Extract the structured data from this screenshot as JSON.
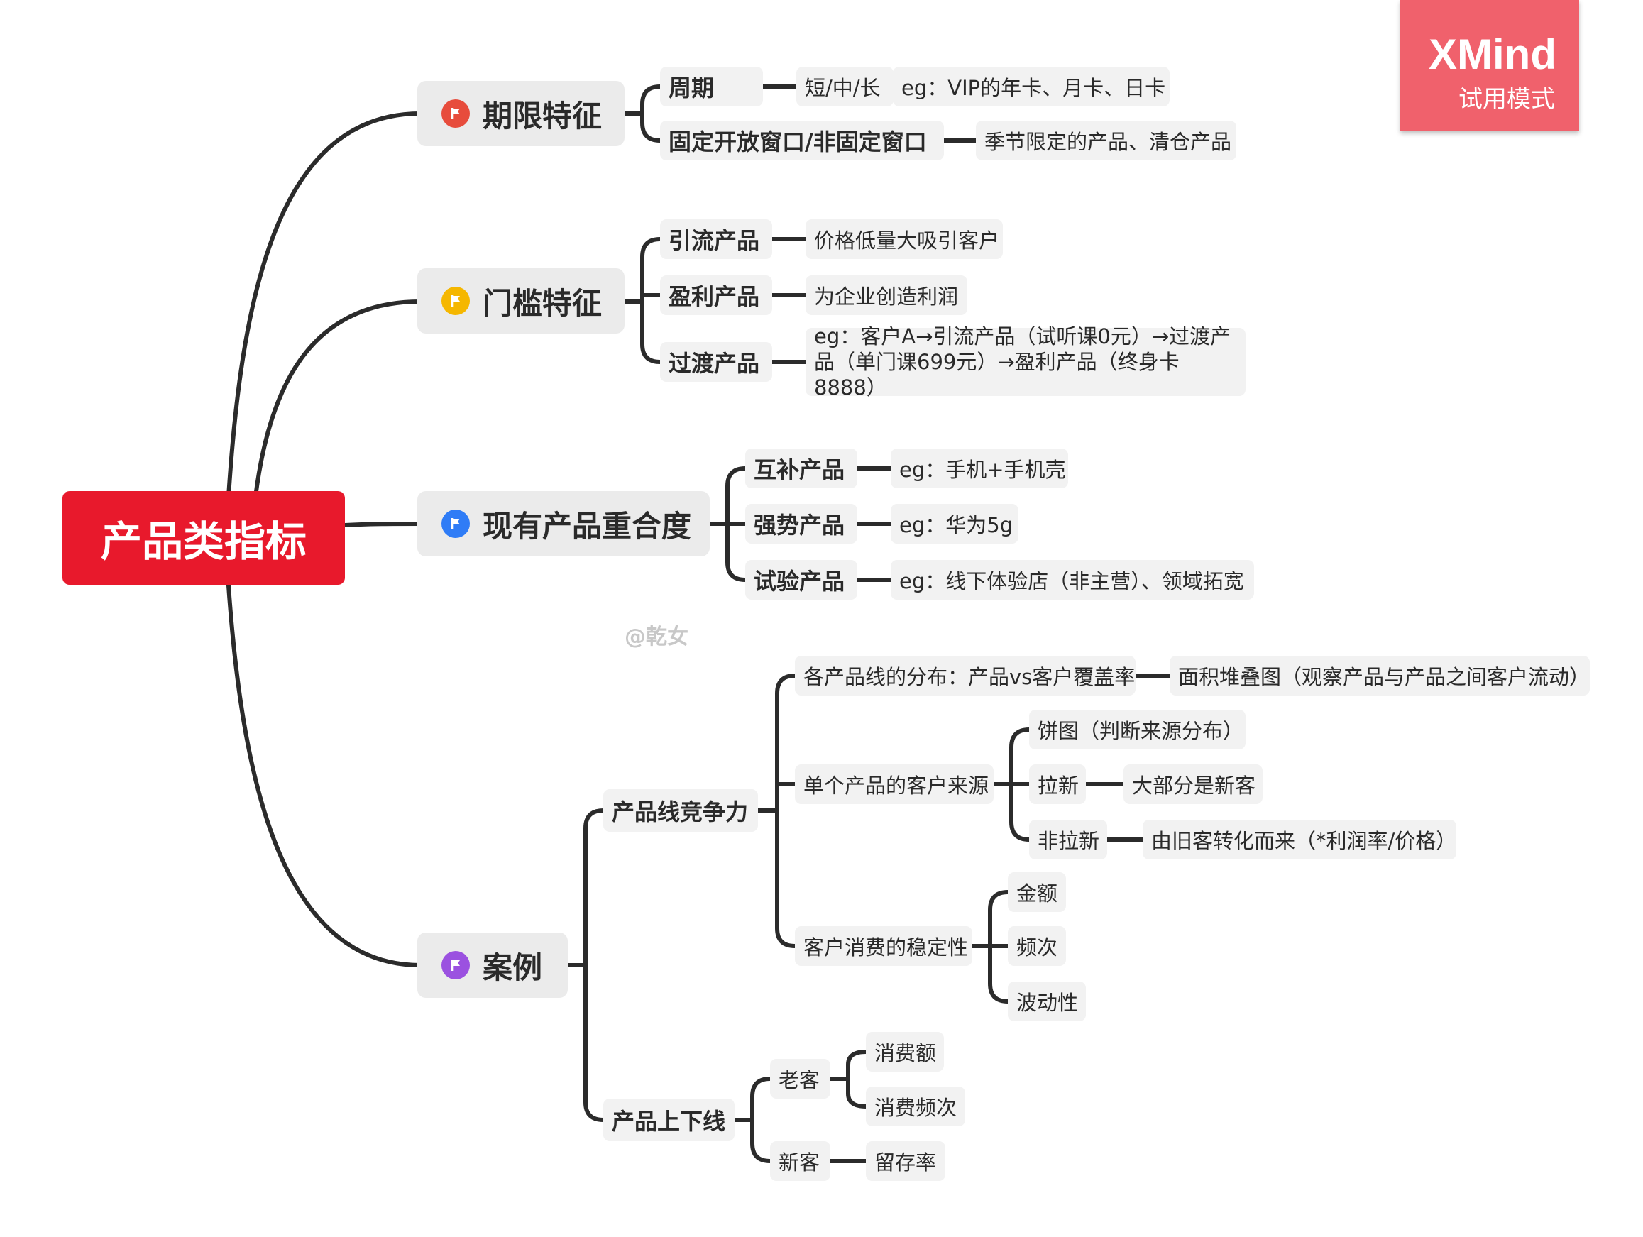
{
  "root": {
    "label": "产品类指标"
  },
  "watermark": "@乾女",
  "badge": {
    "brand": "XMind",
    "mode": "试用模式"
  },
  "colors": {
    "root_bg": "#e8192c",
    "flag_red": "#e74c3c",
    "flag_yellow": "#f5b700",
    "flag_blue": "#2f7cf6",
    "flag_purple": "#9b51e0",
    "badge_bg": "#f0616c",
    "line": "#2b2b2b"
  },
  "branches": {
    "qixian": {
      "label": "期限特征",
      "flag": "red-flag-icon",
      "zhouqi": {
        "label": "周期",
        "value": "短/中/长",
        "example": "eg：VIP的年卡、月卡、日卡"
      },
      "chuangkou": {
        "label": "固定开放窗口/非固定窗口",
        "value": "季节限定的产品、清仓产品"
      }
    },
    "menkan": {
      "label": "门槛特征",
      "flag": "yellow-flag-icon",
      "yinliu": {
        "label": "引流产品",
        "value": "价格低量大吸引客户"
      },
      "yingli": {
        "label": "盈利产品",
        "value": "为企业创造利润"
      },
      "guodu": {
        "label": "过渡产品",
        "value": "eg：客户A→引流产品（试听课0元）→过渡产品（单门课699元）→盈利产品（终身卡8888）"
      }
    },
    "chonghe": {
      "label": "现有产品重合度",
      "flag": "blue-flag-icon",
      "hubu": {
        "label": "互补产品",
        "value": "eg：手机+手机壳"
      },
      "qiangshi": {
        "label": "强势产品",
        "value": "eg：华为5g"
      },
      "shiyan": {
        "label": "试验产品",
        "value": "eg：线下体验店（非主营）、领域拓宽"
      }
    },
    "anli": {
      "label": "案例",
      "flag": "purple-flag-icon",
      "jingzheng": {
        "label": "产品线竞争力",
        "fenbu": {
          "label": "各产品线的分布：产品vs客户覆盖率",
          "value": "面积堆叠图（观察产品与产品之间客户流动）"
        },
        "laiyuan": {
          "label": "单个产品的客户来源",
          "bingtu": "饼图（判断来源分布）",
          "laxin": {
            "label": "拉新",
            "value": "大部分是新客"
          },
          "feilaxin": {
            "label": "非拉新",
            "value": "由旧客转化而来（*利润率/价格）"
          }
        },
        "wending": {
          "label": "客户消费的稳定性",
          "jine": "金额",
          "pinci": "频次",
          "bodong": "波动性"
        }
      },
      "shangxia": {
        "label": "产品上下线",
        "laoke": {
          "label": "老客",
          "xiaofeie": "消费额",
          "xiaofeipinci": "消费频次"
        },
        "xinke": {
          "label": "新客",
          "liucun": "留存率"
        }
      }
    }
  }
}
